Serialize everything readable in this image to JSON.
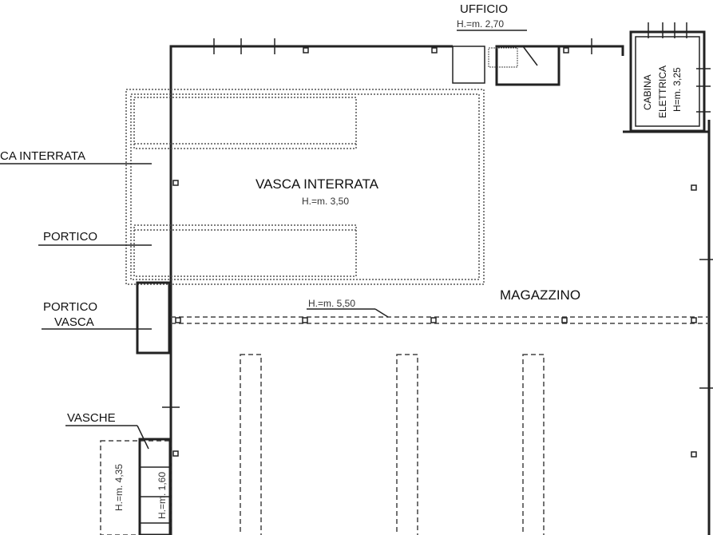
{
  "labels": {
    "ufficio": "UFFICIO",
    "ufficio_h": "H.=m. 2,70",
    "cabina_1": "CABINA",
    "cabina_2": "ELETTRICA",
    "cabina_h": "H=m. 3,25",
    "vasca_left": "CA INTERRATA",
    "vasca_title": "VASCA INTERRATA",
    "vasca_h": "H.=m. 3,50",
    "portico": "PORTICO",
    "portico_vasca_1": "PORTICO",
    "portico_vasca_2": "VASCA",
    "magazzino": "MAGAZZINO",
    "magazzino_h": "H.=m. 5,50",
    "vasche": "VASCHE",
    "vasche_h1": "H.=m. 4,35",
    "vasche_h2": "H.=m. 1,60"
  }
}
